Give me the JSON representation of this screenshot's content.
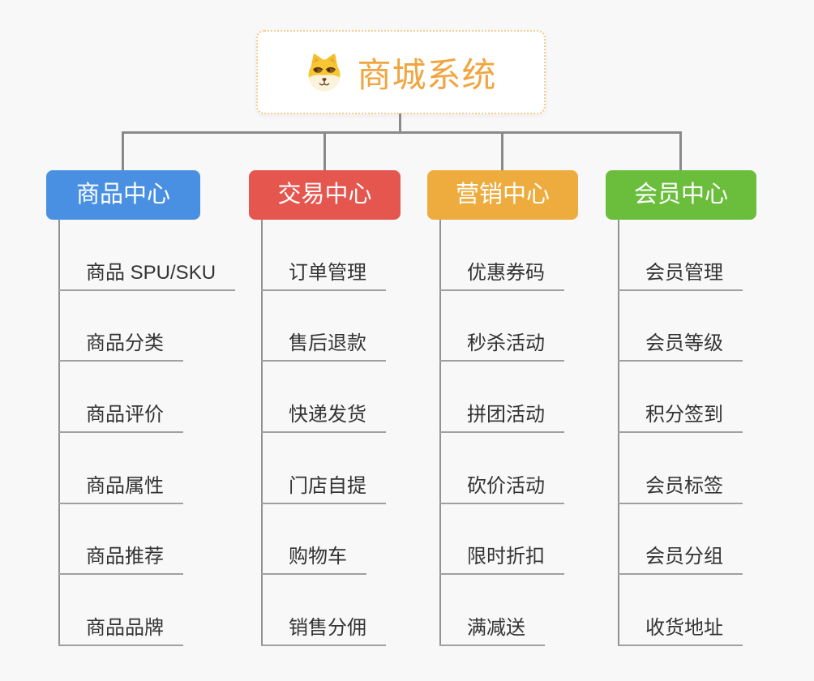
{
  "canvas": {
    "background": "#F8F8F8",
    "connector_color": "#8A8A8A",
    "branch_line_color": "#A0A0A0",
    "child_text_color": "#333333"
  },
  "root": {
    "label": "商城系统",
    "icon": "shiba-dog-face-icon",
    "text_color": "#F0A540",
    "border_color": "#F4CB8C",
    "background": "#FFFFFF"
  },
  "branches": [
    {
      "label": "商品中心",
      "color": "#4A90E2",
      "children": [
        "商品 SPU/SKU",
        "商品分类",
        "商品评价",
        "商品属性",
        "商品推荐",
        "商品品牌"
      ]
    },
    {
      "label": "交易中心",
      "color": "#E5564F",
      "children": [
        "订单管理",
        "售后退款",
        "快递发货",
        "门店自提",
        "购物车",
        "销售分佣"
      ]
    },
    {
      "label": "营销中心",
      "color": "#EEAC3E",
      "children": [
        "优惠券码",
        "秒杀活动",
        "拼团活动",
        "砍价活动",
        "限时折扣",
        "满减送"
      ]
    },
    {
      "label": "会员中心",
      "color": "#6ABE3C",
      "children": [
        "会员管理",
        "会员等级",
        "积分签到",
        "会员标签",
        "会员分组",
        "收货地址"
      ]
    }
  ]
}
